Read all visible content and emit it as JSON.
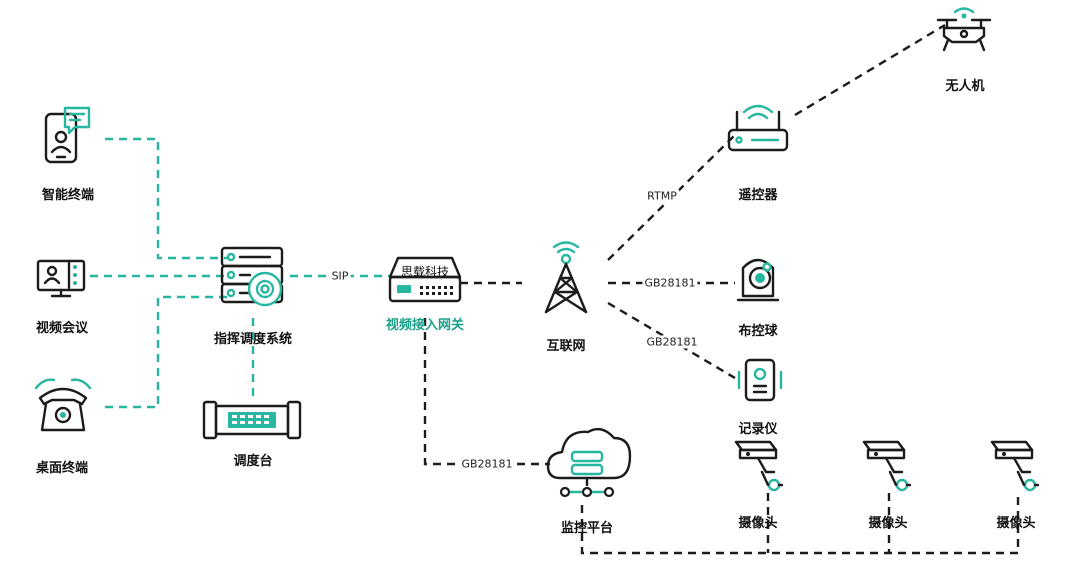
{
  "nodes": {
    "smart_terminal": "智能终端",
    "video_conference": "视频会议",
    "desktop_terminal": "桌面终端",
    "dispatch_system": "指挥调度系统",
    "dispatch_console": "调度台",
    "gateway": "视频接入网关",
    "gateway_brand": "思载科技",
    "internet": "互联网",
    "monitor_platform": "监控平台",
    "remote_controller": "遥控器",
    "drone": "无人机",
    "ptz_camera": "布控球",
    "recorder": "记录仪",
    "camera_1": "摄像头",
    "camera_2": "摄像头",
    "camera_3": "摄像头"
  },
  "edges": {
    "sip": "SIP",
    "rtmp": "RTMP",
    "gb_ptz": "GB28181",
    "gb_recorder": "GB28181",
    "gb_platform": "GB28181"
  },
  "colors": {
    "accent": "#27b7a0",
    "line_dark": "#1c1c1c"
  }
}
